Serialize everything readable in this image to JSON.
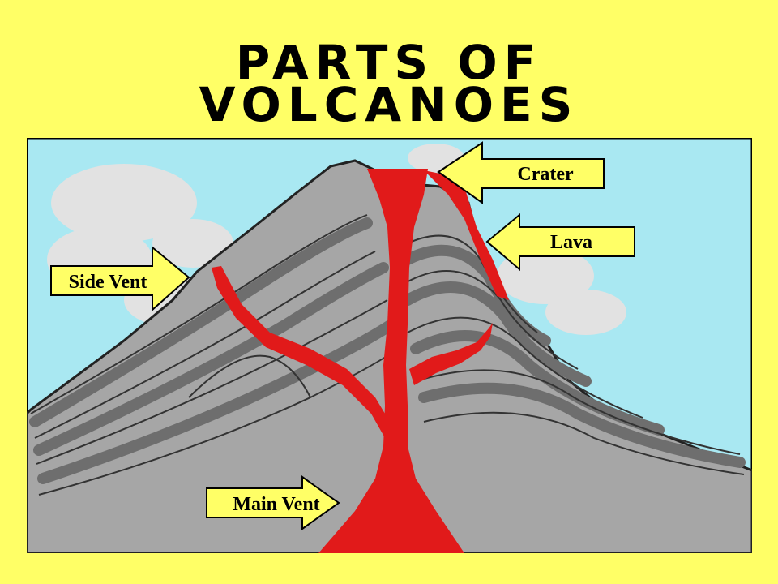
{
  "title": {
    "line1": "Parts of",
    "line2": "Volcanoes"
  },
  "labels": {
    "crater": "Crater",
    "lava": "Lava",
    "side_vent": "Side Vent",
    "main_vent": "Main Vent"
  },
  "colors": {
    "background": "#FFFF66",
    "sky": "#A9E8F2",
    "ground": "#F5A623",
    "magma": "#E11A1A",
    "rock_dark": "#7A7A7A",
    "rock_light": "#A6A6A6"
  }
}
